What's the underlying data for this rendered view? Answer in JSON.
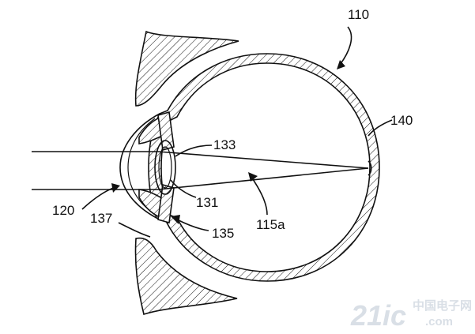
{
  "labels": {
    "eye": "110",
    "fovea": "140",
    "lens_top": "133",
    "lens_center": "131",
    "ray_axis": "115a",
    "cornea": "120",
    "iris_lower": "137",
    "ciliary": "135"
  },
  "watermark": {
    "logo_text": "21ic",
    "cn_text": "中国电子网",
    "domain_text": ".com"
  },
  "colors": {
    "ink": "#111111",
    "watermark": "#d9dfe6"
  }
}
